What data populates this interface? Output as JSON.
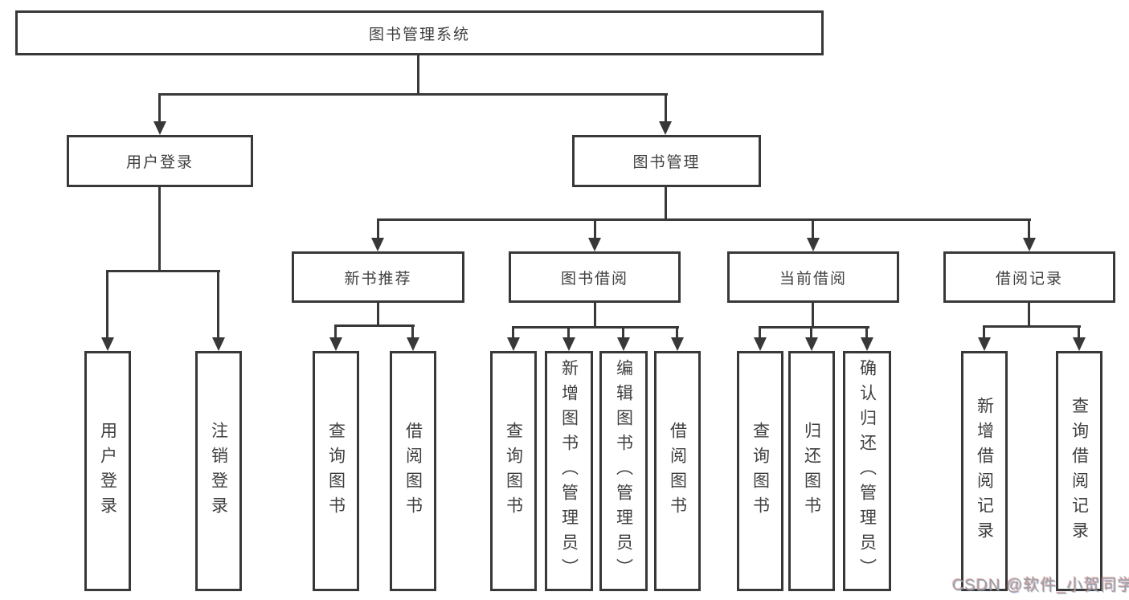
{
  "diagram": {
    "root": {
      "label": "图书管理系统",
      "children": {
        "user_login": {
          "label": "用户登录",
          "children": {
            "login": {
              "label": "用户登录"
            },
            "logout": {
              "label": "注销登录"
            }
          }
        },
        "book_mgmt": {
          "label": "图书管理",
          "children": {
            "new_books": {
              "label": "新书推荐",
              "children": {
                "query": {
                  "label": "查询图书"
                },
                "borrow": {
                  "label": "借阅图书"
                }
              }
            },
            "book_borrow": {
              "label": "图书借阅",
              "children": {
                "query": {
                  "label": "查询图书"
                },
                "add": {
                  "label": "新增图书（管理员）"
                },
                "edit": {
                  "label": "编辑图书（管理员）"
                },
                "borrow": {
                  "label": "借阅图书"
                }
              }
            },
            "current_borrow": {
              "label": "当前借阅",
              "children": {
                "query": {
                  "label": "查询图书"
                },
                "return_book": {
                  "label": "归还图书"
                },
                "confirm_return": {
                  "label": "确认归还（管理员）"
                }
              }
            },
            "borrow_records": {
              "label": "借阅记录",
              "children": {
                "add_record": {
                  "label": "新增借阅记录"
                },
                "query_record": {
                  "label": "查询借阅记录"
                }
              }
            }
          }
        }
      }
    }
  },
  "watermark": {
    "text": "CSDN @软件_小贺同学"
  },
  "colors": {
    "line": "#383838",
    "text": "#3f3f3f",
    "background": "#ffffff",
    "watermark": "#9e9e9e"
  }
}
